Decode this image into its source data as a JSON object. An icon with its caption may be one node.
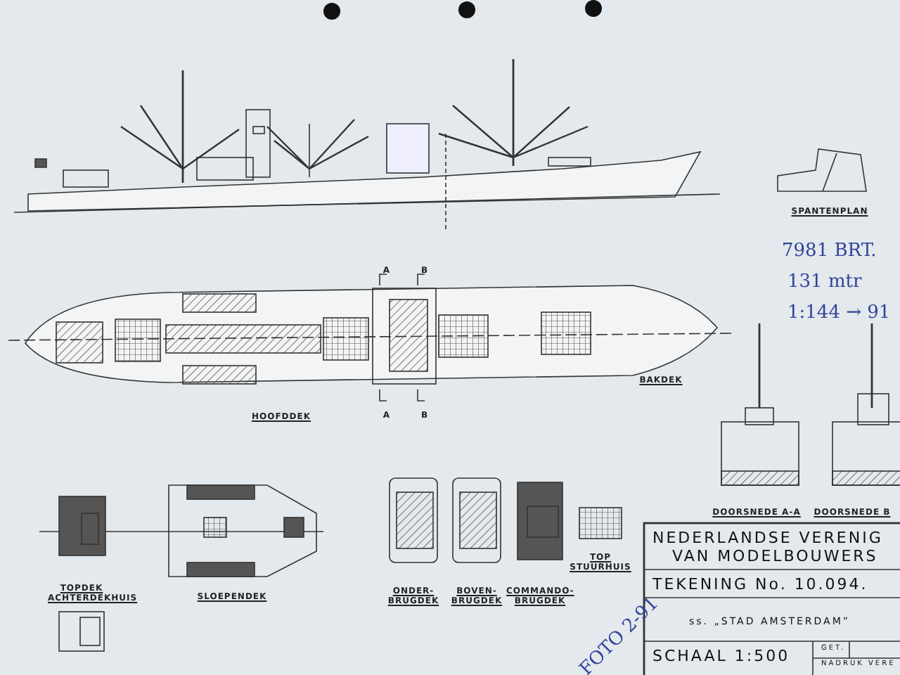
{
  "diagram": {
    "labels": [
      "SPANTENPLAN",
      "7981 BRT.",
      "131 mtr",
      "1:144 → 91",
      "A",
      "B",
      "A",
      "B",
      "BAKDEK",
      "HOOFDDEK",
      "DOORSNEDE A-A",
      "DOORSNEDE B",
      "TOPDEK ACHTERDEKHUIS",
      "SLOEPENDEK",
      "ONDER- BRUGDEK",
      "BOVEN- BRUGDEK",
      "COMMANDO- BRUGDEK",
      "TOP STUURHUIS",
      "FOTO 2-91",
      "NEDERLANDSE VERENIG",
      "VAN MODELBOUWERS",
      "TEKENING No. 10.094.",
      "ss. „STAD AMSTERDAM”",
      "SCHAAL 1:500",
      "GET.",
      "NADRUK VERE"
    ]
  }
}
